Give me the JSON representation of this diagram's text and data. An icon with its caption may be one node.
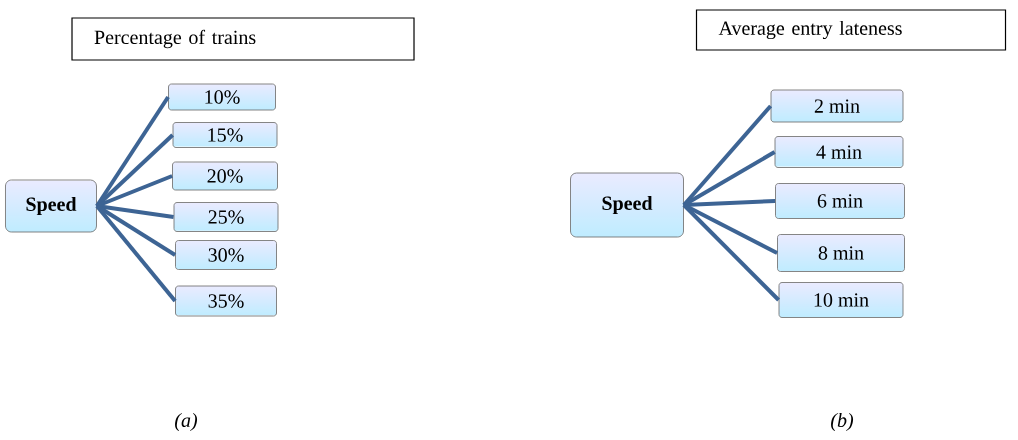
{
  "diagram": {
    "nodes": [
      {
        "text": [
          "Percentage of trains"
        ]
      },
      {
        "text": [
          "Speed"
        ]
      },
      {
        "text": [
          "10%"
        ]
      },
      {
        "text": [
          "15%"
        ]
      },
      {
        "text": [
          "20%"
        ]
      },
      {
        "text": [
          "25%"
        ]
      },
      {
        "text": [
          "30%"
        ]
      },
      {
        "text": [
          "35%"
        ]
      },
      {
        "text": [
          "Average  entry  lateness"
        ]
      },
      {
        "text": [
          "Speed"
        ]
      },
      {
        "text": [
          "2 min"
        ]
      },
      {
        "text": [
          "4 min"
        ]
      },
      {
        "text": [
          "6 min"
        ]
      },
      {
        "text": [
          "8 min"
        ]
      },
      {
        "text": [
          "10 min"
        ]
      }
    ],
    "edges": [
      {
        "from": 1,
        "to": 2,
        "arrow": "none"
      },
      {
        "from": 1,
        "to": 3,
        "arrow": "none"
      },
      {
        "from": 1,
        "to": 4,
        "arrow": "none"
      },
      {
        "from": 1,
        "to": 5,
        "arrow": "none"
      },
      {
        "from": 1,
        "to": 6,
        "arrow": "none"
      },
      {
        "from": 1,
        "to": 7,
        "arrow": "none"
      },
      {
        "from": 9,
        "to": 10,
        "arrow": "none"
      },
      {
        "from": 9,
        "to": 11,
        "arrow": "none"
      },
      {
        "from": 9,
        "to": 12,
        "arrow": "none"
      },
      {
        "from": 9,
        "to": 13,
        "arrow": "none"
      },
      {
        "from": 9,
        "to": 14,
        "arrow": "none"
      }
    ],
    "labels": [
      "*(a)*",
      "*(b)*"
    ]
  }
}
